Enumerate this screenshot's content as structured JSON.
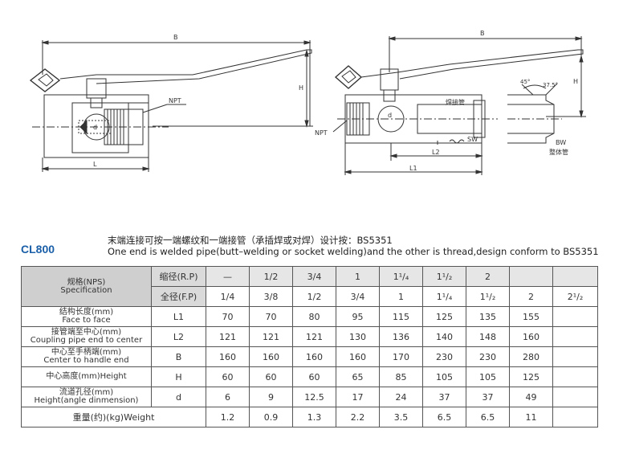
{
  "drawing_labels": {
    "left_B": "B",
    "left_H": "H",
    "left_NPT": "NPT",
    "left_d": "d",
    "left_L": "L",
    "right_B": "B",
    "right_H": "H",
    "right_NPT": "NPT",
    "right_weld": "焊接管",
    "right_SW": "SW",
    "right_L2": "L2",
    "right_L1": "L1",
    "right_d": "d",
    "angle_45": "45°",
    "angle_375": "37.5°",
    "bw": "BW",
    "bw_zh": "整体管"
  },
  "model": "CL800",
  "description": {
    "zh": "末端连接可按一端螺纹和一端接管（承插焊或对焊）设计按：BS5351",
    "en": "One end is welded pipe(butt–welding or socket welding)and the other is thread,design conform to BS5351"
  },
  "table": {
    "spec_zh": "规格(NPS)",
    "spec_en": "Specification",
    "rp_label": "缩径(R.P)",
    "fp_label": "全径(F.P)",
    "rp_values": [
      "—",
      "1/2",
      "3/4",
      "1",
      "1¹/₄",
      "1¹/₂",
      "2",
      "",
      ""
    ],
    "fp_values": [
      "1/4",
      "3/8",
      "1/2",
      "3/4",
      "1",
      "1¹/₄",
      "1¹/₂",
      "2",
      "2¹/₂"
    ],
    "rows": [
      {
        "zh": "结构长度(mm)",
        "en": "Face to face",
        "sym": "L1",
        "values": [
          "70",
          "70",
          "80",
          "95",
          "115",
          "125",
          "135",
          "155",
          ""
        ]
      },
      {
        "zh": "接管端至中心(mm)",
        "en": "Coupling pipe end to center",
        "sym": "L2",
        "values": [
          "121",
          "121",
          "121",
          "130",
          "136",
          "140",
          "148",
          "160",
          ""
        ]
      },
      {
        "zh": "中心至手柄端(mm)",
        "en": "Center to handle end",
        "sym": "B",
        "values": [
          "160",
          "160",
          "160",
          "160",
          "170",
          "230",
          "230",
          "280",
          ""
        ]
      },
      {
        "zh": "中心高度(mm)Height",
        "en": "",
        "sym": "H",
        "values": [
          "60",
          "60",
          "60",
          "65",
          "85",
          "105",
          "105",
          "125",
          ""
        ]
      },
      {
        "zh": "流道孔径(mm)",
        "en": "Height(angle dinmension)",
        "sym": "d",
        "values": [
          "6",
          "9",
          "12.5",
          "17",
          "24",
          "37",
          "37",
          "49",
          ""
        ]
      }
    ],
    "weight_label": "重量(约)(kg)Weight",
    "weight_values": [
      "1.2",
      "0.9",
      "1.3",
      "2.2",
      "3.5",
      "6.5",
      "6.5",
      "11",
      ""
    ]
  }
}
